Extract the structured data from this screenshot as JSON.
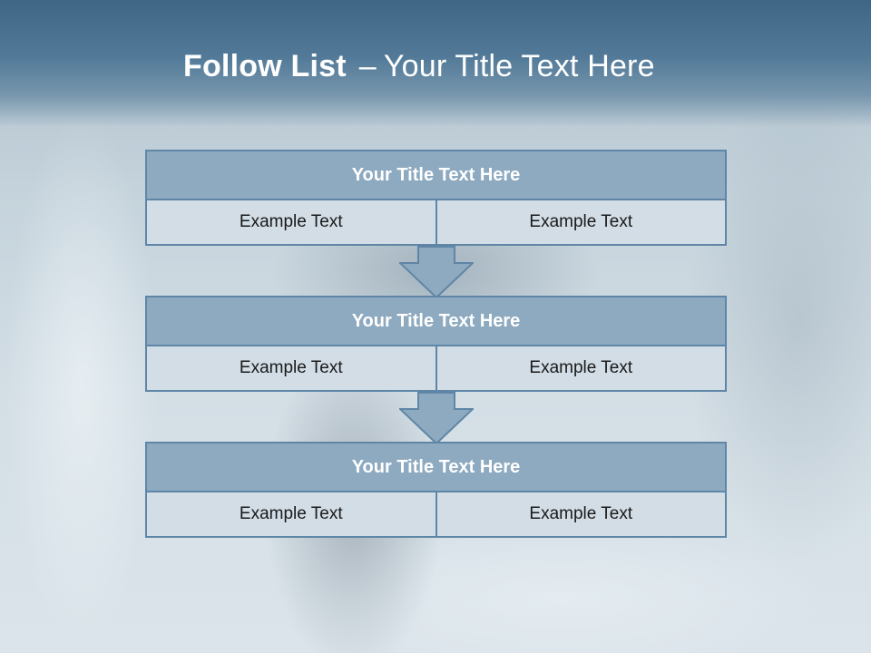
{
  "slide": {
    "title_bold": "Follow List",
    "title_dash": "–",
    "title_rest": "Your Title Text Here"
  },
  "blocks": [
    {
      "title": "Your Title Text Here",
      "left": "Example Text",
      "right": "Example Text"
    },
    {
      "title": "Your Title Text Here",
      "left": "Example Text",
      "right": "Example Text"
    },
    {
      "title": "Your Title Text Here",
      "left": "Example Text",
      "right": "Example Text"
    }
  ],
  "colors": {
    "header": "#527a98",
    "box_title_fill": "#8eaac0",
    "box_border": "#5f86a6",
    "cell_fill": "#d2dde6"
  }
}
